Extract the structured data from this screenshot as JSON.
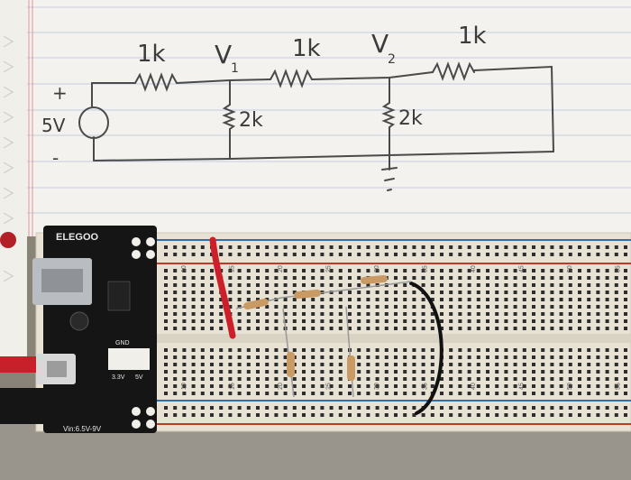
{
  "schematic": {
    "source_plus": "+",
    "source_value": "5V",
    "source_minus": "-",
    "r1_value": "1k",
    "node1_label": "V",
    "node1_sub": "1",
    "r3_value": "1k",
    "node2_label": "V",
    "node2_sub": "2",
    "r5_value": "1k",
    "r2_value": "2k",
    "r4_value": "2k"
  },
  "power_module": {
    "brand": "ELEGOO",
    "input_rating": "Vin:6.5V-9V",
    "gnd_label": "GND",
    "v33_label": "3.3V",
    "v5_label": "5V"
  },
  "breadboard": {
    "column_numbers": [
      "10",
      "15",
      "20",
      "25",
      "30",
      "35",
      "40",
      "45",
      "50",
      "55"
    ]
  },
  "colors": {
    "paper": "#f3f1ec",
    "paper_rule_blue": "#b9c6d9",
    "paper_margin_red": "#e39a9a",
    "pencil": "#4a4a4a",
    "breadboard": "#e9e4d6",
    "rail_red": "#c0392b",
    "rail_blue": "#2f6fb0",
    "module_pcb": "#151515",
    "wire_red": "#cc1f2a",
    "wire_black": "#111111",
    "carpet": "#8a8378"
  }
}
